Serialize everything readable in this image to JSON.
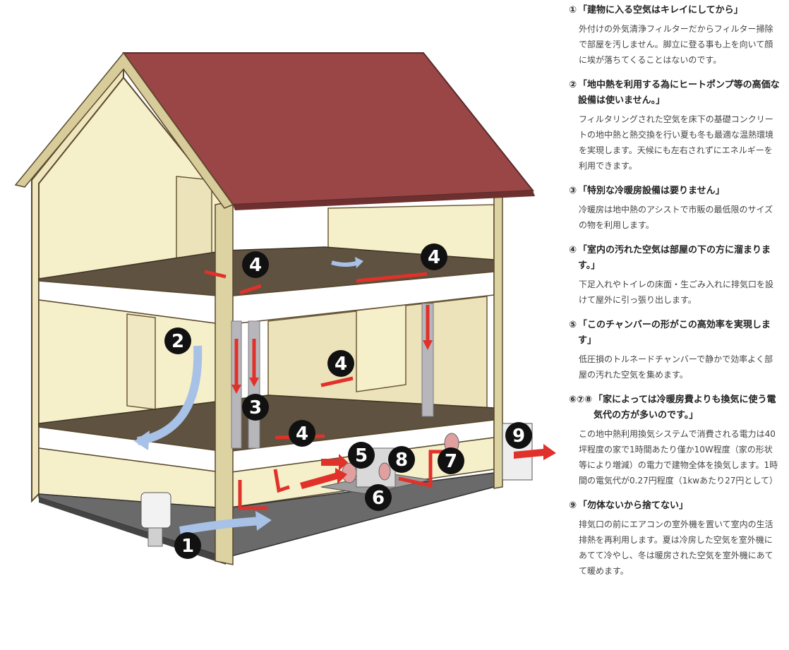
{
  "diagram": {
    "badges": [
      "1",
      "2",
      "3",
      "4",
      "4",
      "4",
      "4",
      "5",
      "6",
      "7",
      "8",
      "9"
    ],
    "colors": {
      "roof": "#9a4646",
      "wall_face": "#f5efca",
      "wall_trim": "#cfc49a",
      "floor": "#5f5240",
      "slab": "#555555",
      "arrow_red": "#e0312a",
      "arrow_blue": "#a8c1e6",
      "badge": "#111111"
    }
  },
  "items": [
    {
      "num": "①",
      "title": "「建物に入る空気はキレイにしてから」",
      "body": "外付けの外気清浄フィルターだからフィルター掃除で部屋を汚しません。脚立に登る事も上を向いて顔に埃が落ちてくることはないのです。"
    },
    {
      "num": "②",
      "title": "「地中熱を利用する為にヒートポンプ等の高価な設備は使いません。」",
      "body": "フィルタリングされた空気を床下の基礎コンクリートの地中熱と熱交換を行い夏も冬も最適な温熱環境を実現します。天候にも左右されずにエネルギーを利用できます。"
    },
    {
      "num": "③",
      "title": "「特別な冷暖房設備は要りません」",
      "body": "冷暖房は地中熱のアシストで市販の最低限のサイズの物を利用します。"
    },
    {
      "num": "④",
      "title": "「室内の汚れた空気は部屋の下の方に溜まります。」",
      "body": "下足入れやトイレの床面・生ごみ入れに排気口を設けて屋外に引っ張り出します。"
    },
    {
      "num": "⑤",
      "title": "「このチャンバーの形がこの高効率を実現します」",
      "body": "低圧損のトルネードチャンバーで静かで効率よく部屋の汚れた空気を集めます。"
    },
    {
      "num": "⑥⑦⑧",
      "title": "「家によっては冷暖房費よりも換気に使う電気代の方が多いのです。」",
      "body": "この地中熱利用換気システムで消費される電力は40坪程度の家で1時間あたり僅か10W程度（家の形状等により増減）の電力で建物全体を換気します。1時間の電気代が0.27円程度（1kwあたり27円として）"
    },
    {
      "num": "⑨",
      "title": "「勿体ないから捨てない」",
      "body": "排気口の前にエアコンの室外機を置いて室内の生活排熱を再利用します。夏は冷房した空気を室外機にあてて冷やし、冬は暖房された空気を室外機にあてて暖めます。"
    }
  ]
}
